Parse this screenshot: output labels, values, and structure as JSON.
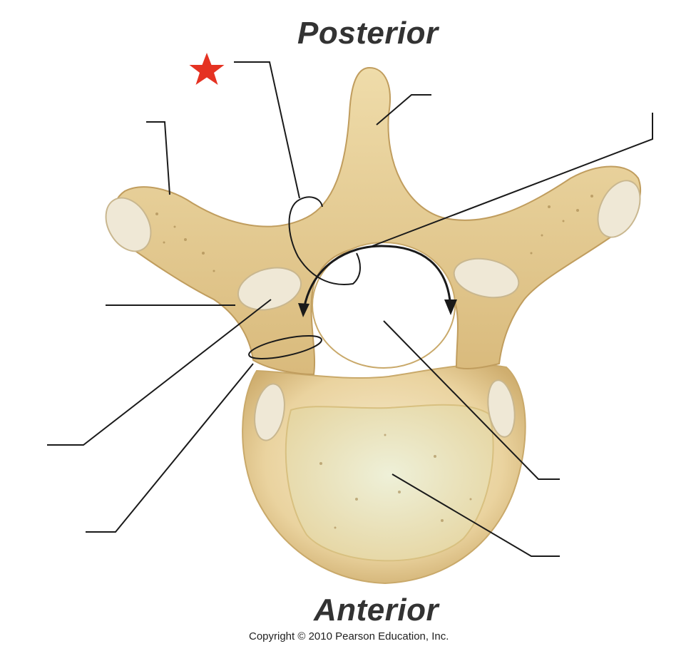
{
  "diagram": {
    "top_heading": "Posterior",
    "bottom_heading": "Anterior",
    "copyright": "Copyright © 2010 Pearson Education, Inc.",
    "colors": {
      "bone": "#e7cf9b",
      "bone_shade": "#cfae6f",
      "bone_light": "#f5e6c2",
      "cartilage": "#efe8d6",
      "cancellous": "#ece3bf",
      "leader_line": "#1a1a1a",
      "star": "#e53222",
      "heading": "#333333"
    },
    "markers": [
      {
        "icon": "star-icon",
        "meaning": "highlighted label"
      }
    ],
    "labels": [
      "",
      "",
      "",
      "",
      "",
      "",
      "",
      ""
    ]
  }
}
